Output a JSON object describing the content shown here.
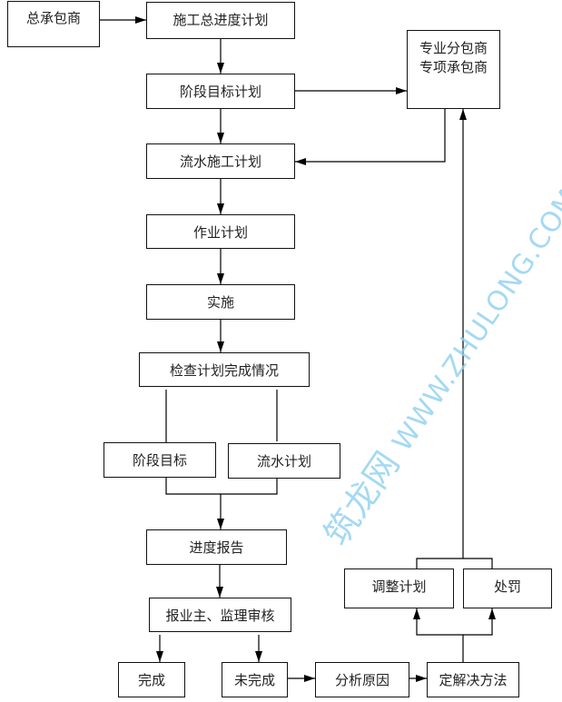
{
  "nodes": {
    "general_contractor": "总承包商",
    "master_schedule": "施工总进度计划",
    "subcontractor_line1": "专业分包商",
    "subcontractor_line2": "专项承包商",
    "phase_target_plan": "阶段目标计划",
    "flow_construction_plan": "流水施工计划",
    "work_plan": "作业计划",
    "implementation": "实施",
    "check_completion": "检查计划完成情况",
    "phase_target": "阶段目标",
    "flow_plan": "流水计划",
    "progress_report": "进度报告",
    "owner_supervisor_review": "报业主、监理审核",
    "completed": "完成",
    "not_completed": "未完成",
    "analyze_cause": "分析原因",
    "determine_solution": "定解决方法",
    "adjust_plan": "调整计划",
    "penalty": "处罚"
  },
  "watermark": {
    "cn": "筑龙网",
    "url": "WWW.ZHULONG.COM"
  }
}
